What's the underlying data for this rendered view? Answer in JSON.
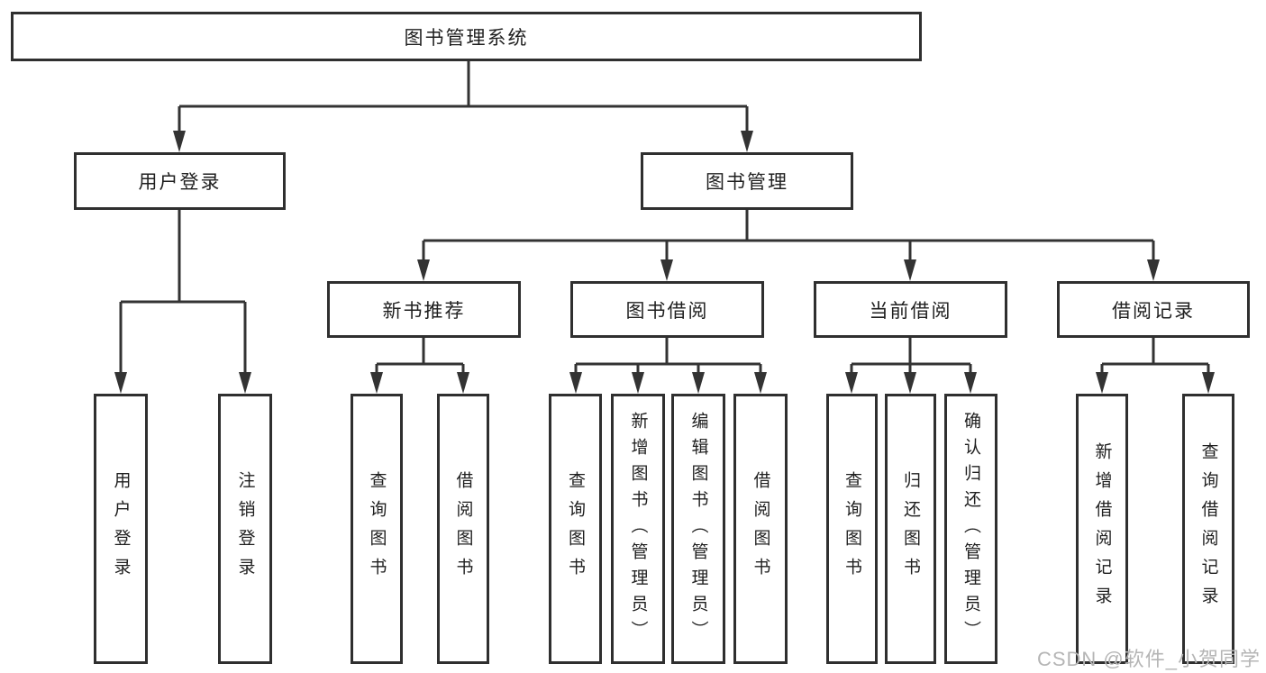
{
  "diagram": {
    "root": {
      "label": "图书管理系统"
    },
    "branches": [
      {
        "label": "用户登录",
        "children": [
          {
            "label": "用户登录"
          },
          {
            "label": "注销登录"
          }
        ]
      },
      {
        "label": "图书管理",
        "groups": [
          {
            "label": "新书推荐",
            "children": [
              {
                "label": "查询图书"
              },
              {
                "label": "借阅图书"
              }
            ]
          },
          {
            "label": "图书借阅",
            "children": [
              {
                "label": "查询图书"
              },
              {
                "label": "新增图书（管理员）"
              },
              {
                "label": "编辑图书（管理员）"
              },
              {
                "label": "借阅图书"
              }
            ]
          },
          {
            "label": "当前借阅",
            "children": [
              {
                "label": "查询图书"
              },
              {
                "label": "归还图书"
              },
              {
                "label": "确认归还（管理员）"
              }
            ]
          },
          {
            "label": "借阅记录",
            "children": [
              {
                "label": "新增借阅记录"
              },
              {
                "label": "查询借阅记录"
              }
            ]
          }
        ]
      }
    ]
  },
  "colors": {
    "line": "#333333",
    "border": "#2f2f2f",
    "text": "#1f1f1f",
    "watermark": "#b5b5b5"
  },
  "watermark": {
    "text": "CSDN @软件_小贺同学"
  }
}
